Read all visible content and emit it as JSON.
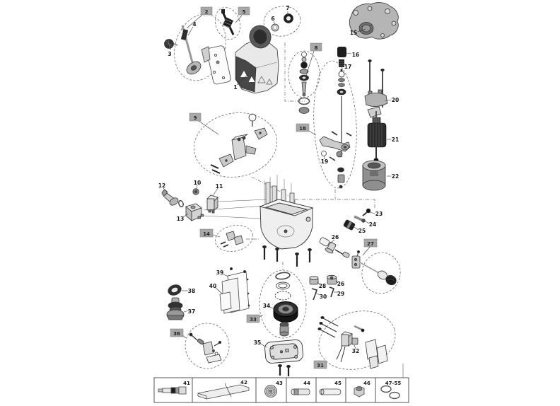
{
  "figure": {
    "type": "exploded-parts-diagram",
    "callouts": {
      "1": "1",
      "2": "2",
      "3": "3",
      "4": "4",
      "5": "5",
      "6": "6",
      "7": "7",
      "8": "8",
      "9": "9",
      "10": "10",
      "11": "11",
      "12": "12",
      "13": "13",
      "14": "14",
      "15": "15",
      "16": "16",
      "17": "17",
      "18": "18",
      "19": "19",
      "20": "20",
      "21": "21",
      "22": "22",
      "23": "23",
      "24": "24",
      "25": "25",
      "26": "26",
      "27": "27",
      "28": "28",
      "29": "29",
      "30": "30",
      "31": "31",
      "32": "32",
      "33": "33",
      "34": "34",
      "35": "35",
      "36": "36",
      "37": "37",
      "38": "38",
      "39": "39",
      "40": "40",
      "41": "41",
      "42": "42",
      "43": "43",
      "44": "44",
      "45": "45",
      "46": "46",
      "47_55": "47-55"
    },
    "boxed_callouts": [
      "2",
      "5",
      "8",
      "9",
      "14",
      "18",
      "27",
      "31",
      "33",
      "36"
    ],
    "table": {
      "cells": [
        {
          "id": "41",
          "label": "41"
        },
        {
          "id": "42",
          "label": "42"
        },
        {
          "id": "43",
          "label": "43"
        },
        {
          "id": "44",
          "label": "44"
        },
        {
          "id": "45",
          "label": "45"
        },
        {
          "id": "46",
          "label": "46"
        },
        {
          "id": "47_55",
          "label": "47-55"
        }
      ]
    },
    "colors": {
      "background": "#ffffff",
      "line": "#3a3a3a",
      "callout_box_bg": "#a8a8a8",
      "part_dark": "#1c1c1c",
      "part_gray": "#9a9a9a",
      "part_light": "#e9e9e9"
    }
  }
}
